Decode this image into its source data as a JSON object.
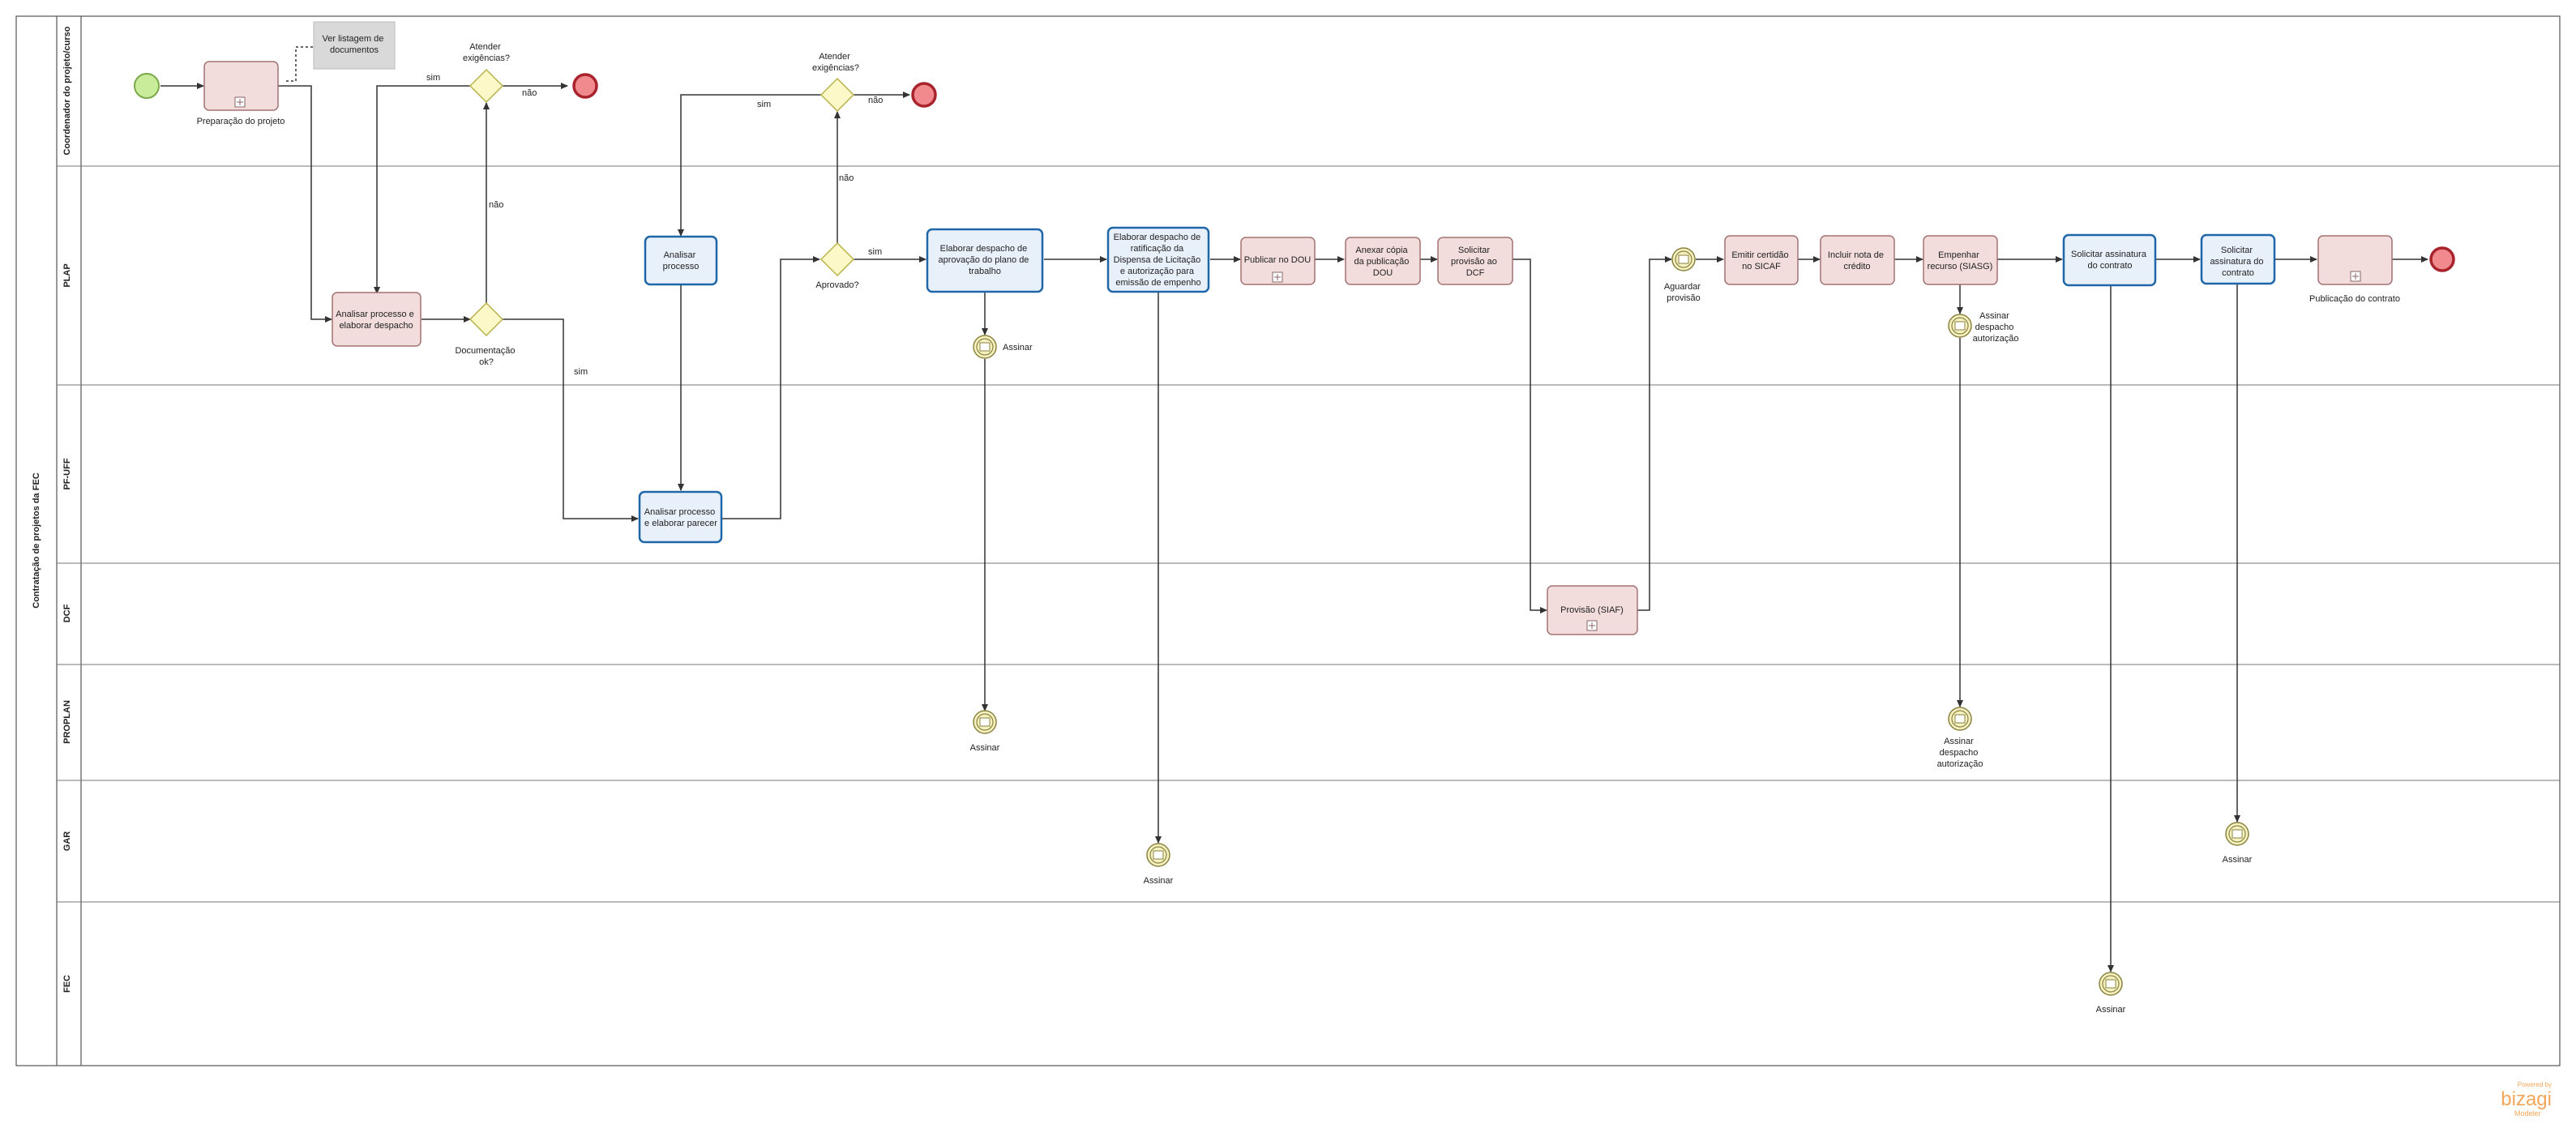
{
  "pool": {
    "label": "Contratação de projetos da FEC"
  },
  "lanes": [
    "Coordenador do projeto/curso",
    "PLAP",
    "PF-UFF",
    "DCF",
    "PROPLAN",
    "GAR",
    "FEC"
  ],
  "annotation": {
    "lines": [
      "Ver listagem de",
      "documentos"
    ]
  },
  "tasks": {
    "preparacao": [
      "Preparação do projeto"
    ],
    "analisar_despacho": [
      "Analisar processo e",
      "elaborar despacho"
    ],
    "analisar_processo": [
      "Analisar",
      "processo"
    ],
    "analisar_parecer": [
      "Analisar processo",
      "e elaborar parecer"
    ],
    "despacho_aprovacao": [
      "Elaborar despacho de",
      "aprovação do plano de",
      "trabalho"
    ],
    "despacho_ratificacao": [
      "Elaborar despacho de",
      "ratificação da",
      "Dispensa de Licitação",
      "e autorização para",
      "emissão de empenho"
    ],
    "publicar_dou": [
      "Publicar no DOU"
    ],
    "anexar_copia": [
      "Anexar cópia",
      "da publicação",
      "DOU"
    ],
    "solicitar_provisao": [
      "Solicitar",
      "provisão ao",
      "DCF"
    ],
    "provisao_siaf": [
      "Provisão (SIAF)"
    ],
    "emitir_certidao": [
      "Emitir certidão",
      "no SICAF"
    ],
    "incluir_nota": [
      "Incluir nota de",
      "crédito"
    ],
    "empenhar": [
      "Empenhar",
      "recurso (SIASG)"
    ],
    "solicitar_ass_1": [
      "Solicitar assinatura",
      "do contrato"
    ],
    "solicitar_ass_2": [
      "Solicitar",
      "assinatura do",
      "contrato"
    ],
    "publicacao_contrato": [
      "Publicação do contrato"
    ]
  },
  "gateways": {
    "atender1": [
      "Atender",
      "exigências?"
    ],
    "doc_ok": [
      "Documentação",
      "ok?"
    ],
    "atender2": [
      "Atender",
      "exigências?"
    ],
    "aprovado": [
      "Aprovado?"
    ]
  },
  "flow_labels": {
    "sim": "sim",
    "nao": "não"
  },
  "events": {
    "assinar": [
      "Assinar"
    ],
    "aguardar_provisao": [
      "Aguardar",
      "provisão"
    ],
    "assinar_despacho": [
      "Assinar",
      "despacho",
      "autorização"
    ]
  },
  "brand": {
    "powered": "Powered by",
    "name": "bizagi",
    "sub": "Modeler"
  },
  "colors": {
    "subprocess_fill": "#f2dcdc",
    "task_fill": "#e8f0fa",
    "task_border": "#1f66a8",
    "gateway_fill": "#fcf8c7",
    "start_event": "#c9ec9a",
    "end_event": "#f08a8e",
    "intermediate_event": "#f5f0c0"
  }
}
